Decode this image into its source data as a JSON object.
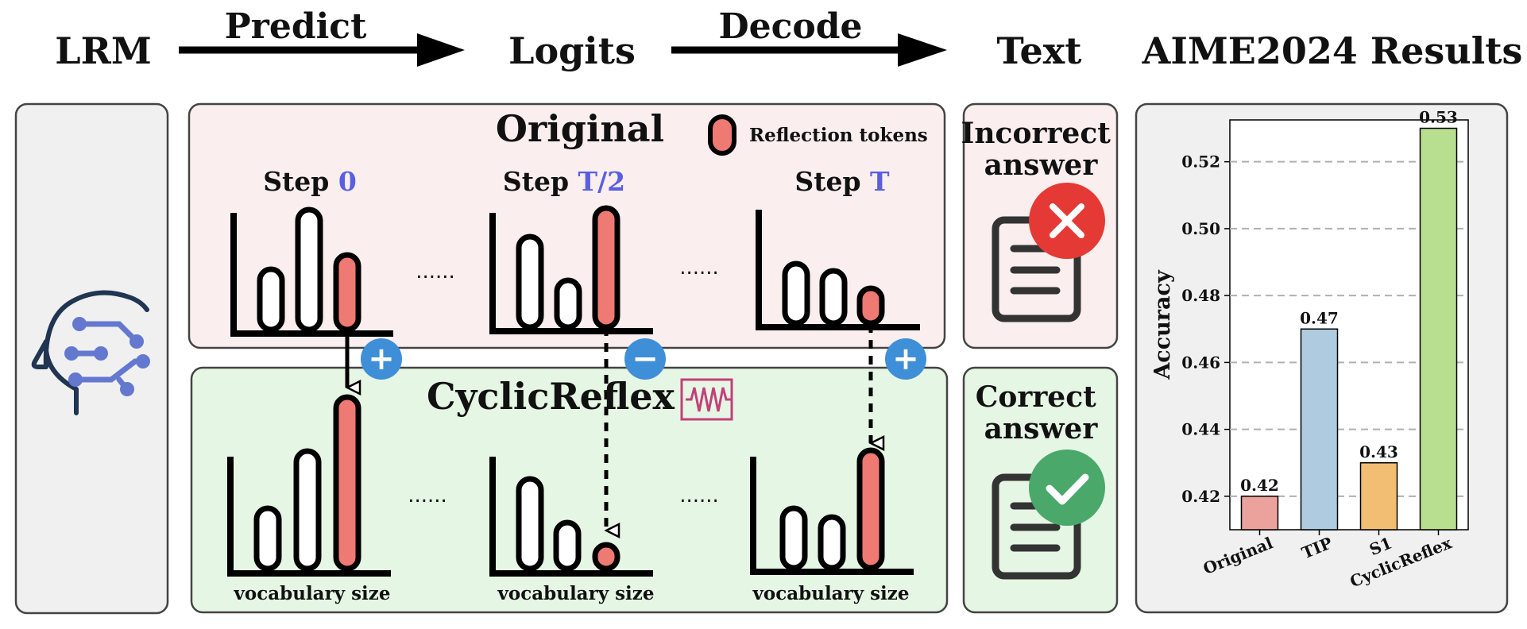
{
  "header": {
    "lrm": "LRM",
    "predict": "Predict",
    "logits": "Logits",
    "decode": "Decode",
    "text": "Text",
    "results": "AIME2024 Results"
  },
  "original_panel": {
    "title": "Original",
    "legend": "Reflection tokens",
    "steps": [
      {
        "prefix": "Step ",
        "value": "0"
      },
      {
        "prefix": "Step ",
        "value": "T/2"
      },
      {
        "prefix": "Step ",
        "value": "T"
      }
    ],
    "ellipsis": "......"
  },
  "cyclic_panel": {
    "title": "CyclicReflex",
    "axis_label": "vocabulary size",
    "ellipsis": "......"
  },
  "answers": {
    "incorrect": [
      "Incorrect",
      "answer"
    ],
    "correct": [
      "Correct",
      "answer"
    ]
  },
  "adjust_signs": [
    "+",
    "−",
    "+"
  ],
  "colors": {
    "original_bg": "#fbeeee",
    "cyclic_bg": "#e6f6e4",
    "neutral_bg": "#f0f0f0",
    "reflection_token": "#ef7a73",
    "step_accent": "#5a5fe0",
    "badge_blue": "#3f8fd8",
    "wrong_red": "#e53935",
    "right_green": "#4aa86a",
    "lrm_icon": "#6478d0"
  },
  "icons": [
    "brain-head-icon",
    "document-icon",
    "cross-icon",
    "check-icon",
    "waveform-icon"
  ],
  "chart_data": {
    "type": "bar",
    "categories": [
      "Original",
      "TIP",
      "S1",
      "CyclicReflex"
    ],
    "values": [
      0.42,
      0.47,
      0.43,
      0.53
    ],
    "data_labels": [
      "0.42",
      "0.47",
      "0.43",
      "0.53"
    ],
    "colors": [
      "#eba29d",
      "#aecbe0",
      "#f1be74",
      "#b8de8f"
    ],
    "ylabel": "Accuracy",
    "ylim": [
      0.41,
      0.5325
    ],
    "yticks": [
      0.42,
      0.44,
      0.46,
      0.48,
      0.5,
      0.52
    ],
    "ytick_labels": [
      "0.42",
      "0.44",
      "0.46",
      "0.48",
      "0.50",
      "0.52"
    ],
    "grid": true
  }
}
